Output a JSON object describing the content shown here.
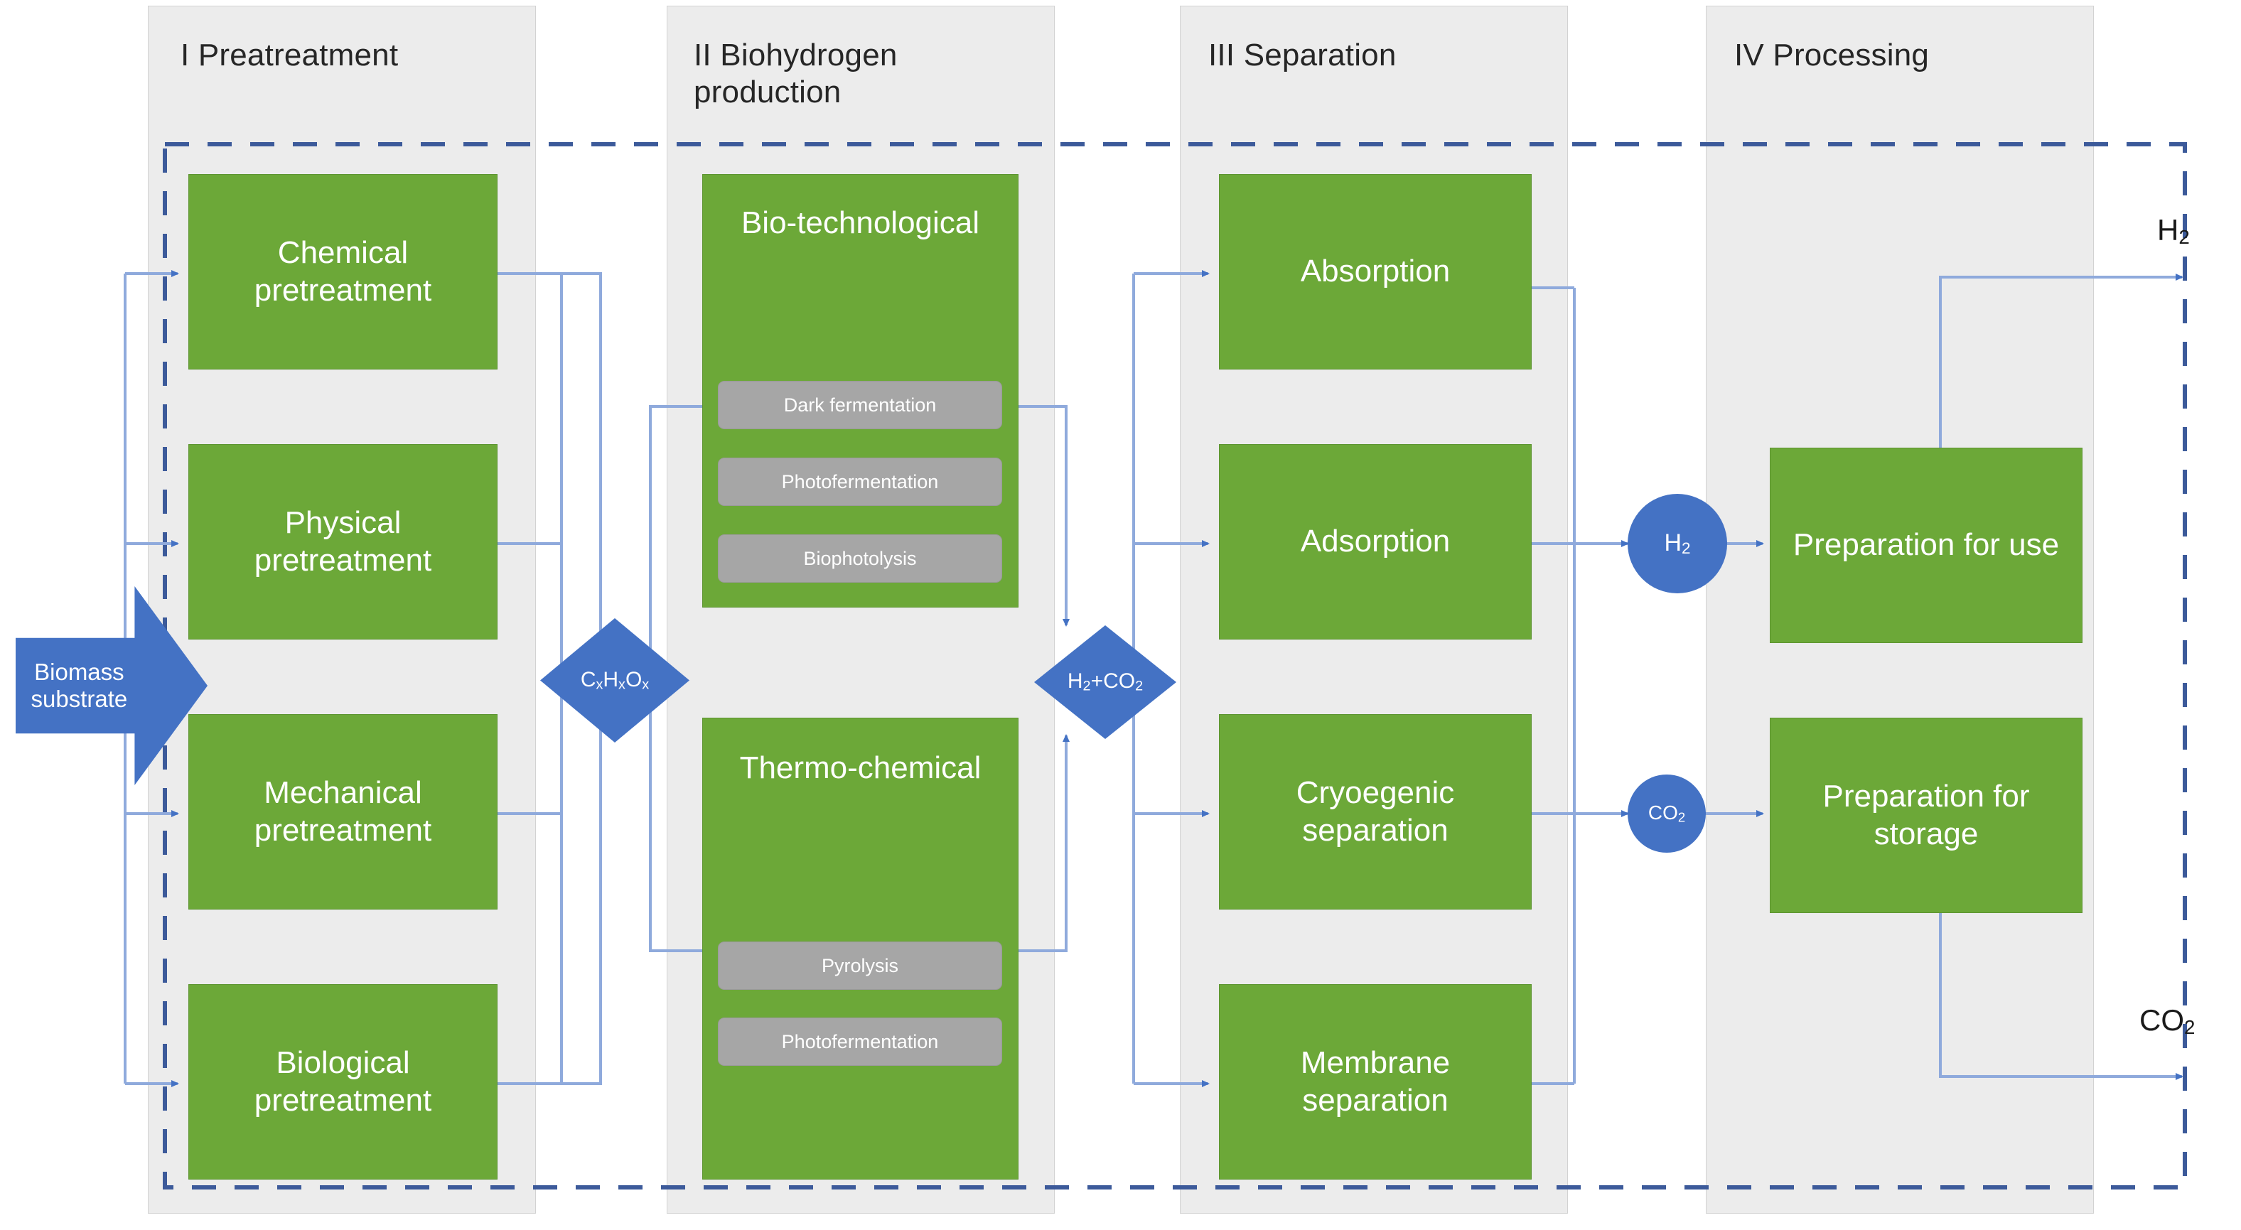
{
  "diagram": {
    "title_note": "Biohydrogen production process flow",
    "colors": {
      "green_box": "#6CA838",
      "grey_subbox": "#A6A6A6",
      "blue_shape": "#4472C4",
      "panel_bg": "#ECECEC",
      "connector": "#8FAADC",
      "dashed_boundary": "#3C5A9A"
    },
    "stages": [
      {
        "id": "I",
        "title": "I Preatreatment"
      },
      {
        "id": "II",
        "title": "II Biohydrogen production"
      },
      {
        "id": "III",
        "title": "III Separation"
      },
      {
        "id": "IV",
        "title": "IV Processing"
      }
    ],
    "stage1_boxes": [
      {
        "label": "Chemical pretreatment"
      },
      {
        "label": "Physical pretreatment"
      },
      {
        "label": "Mechanical pretreatment"
      },
      {
        "label": "Biological pretreatment"
      }
    ],
    "stage2_blocks": [
      {
        "label": "Bio-technological",
        "sub": [
          {
            "label": "Dark fermentation"
          },
          {
            "label": "Photofermentation"
          },
          {
            "label": "Biophotolysis"
          }
        ]
      },
      {
        "label": "Thermo-chemical",
        "sub": [
          {
            "label": "Pyrolysis"
          },
          {
            "label": "Photofermentation"
          }
        ]
      }
    ],
    "stage3_boxes": [
      {
        "label": "Absorption"
      },
      {
        "label": "Adsorption"
      },
      {
        "label": "Cryoegenic separation"
      },
      {
        "label": "Membrane separation"
      }
    ],
    "stage4_boxes": [
      {
        "label": "Preparation for use"
      },
      {
        "label": "Preparation for storage"
      }
    ],
    "input_arrow": {
      "label": "Biomass substrate"
    },
    "intermediates": [
      {
        "id": "chox",
        "label": "CxHxOx",
        "shape": "diamond"
      },
      {
        "id": "h2co2",
        "label": "H2+CO2",
        "shape": "diamond"
      }
    ],
    "carriers": [
      {
        "id": "h2-node",
        "label": "H2",
        "shape": "circle"
      },
      {
        "id": "co2-node",
        "label": "CO2",
        "shape": "circle"
      }
    ],
    "outputs": [
      {
        "id": "h2-out",
        "label": "H2"
      },
      {
        "id": "co2-out",
        "label": "CO2"
      }
    ]
  }
}
